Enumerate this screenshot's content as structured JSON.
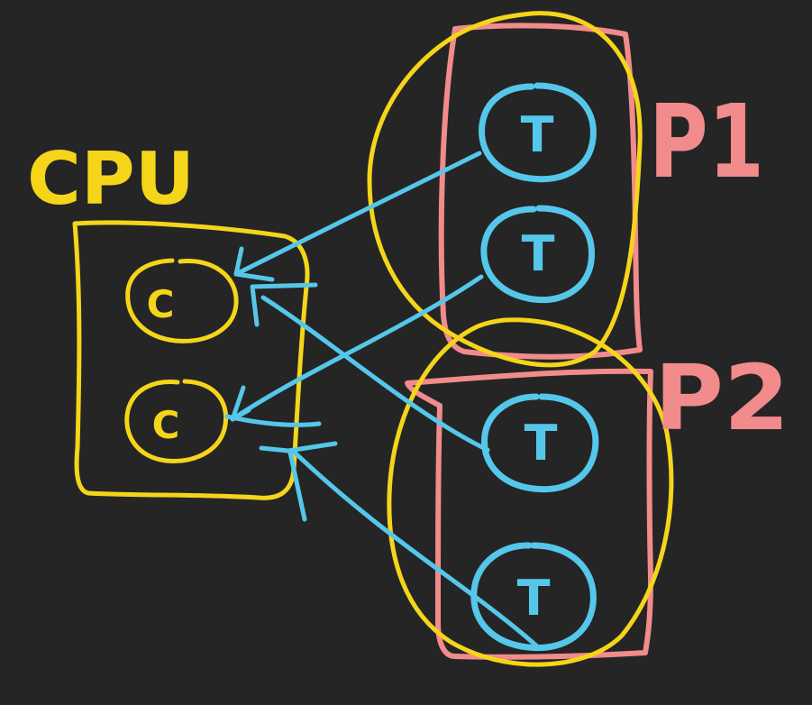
{
  "colors": {
    "background": "#252526",
    "cpu": "#f5d51a",
    "process": "#f28b8c",
    "thread": "#55c7ea"
  },
  "diagram": {
    "cpu": {
      "label": "CPU",
      "cores": [
        {
          "label": "C"
        },
        {
          "label": "C"
        }
      ]
    },
    "processes": [
      {
        "label": "P1",
        "threads": [
          {
            "label": "T"
          },
          {
            "label": "T"
          }
        ]
      },
      {
        "label": "P2",
        "threads": [
          {
            "label": "T"
          },
          {
            "label": "T"
          }
        ]
      }
    ]
  }
}
